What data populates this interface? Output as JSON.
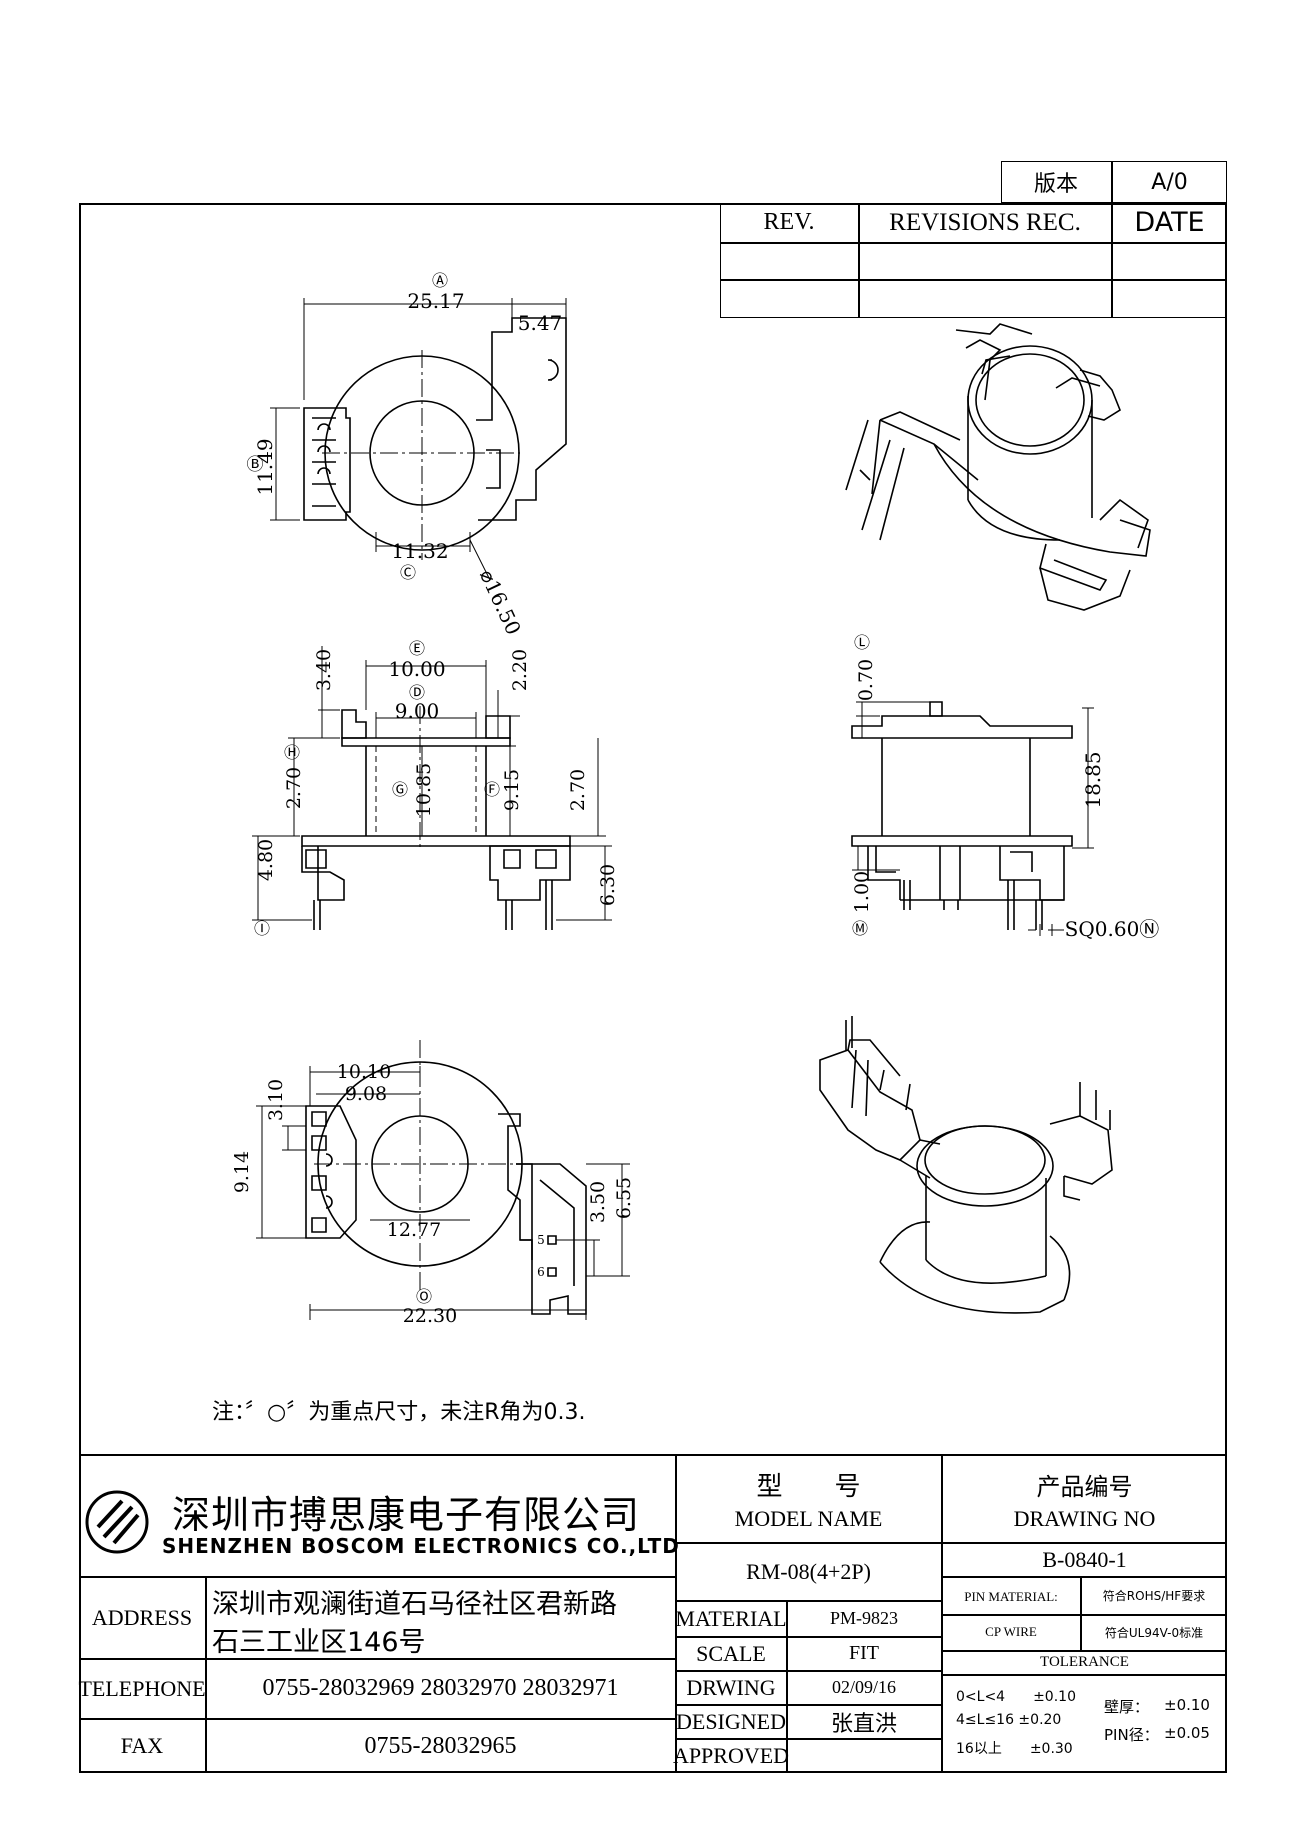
{
  "version_block": {
    "label": "版本",
    "value": "A/0"
  },
  "revision_table": {
    "headers": [
      "REV.",
      "REVISIONS REC.",
      "DATE"
    ]
  },
  "views": {
    "top": {
      "marker_a": "Ⓐ",
      "dim_25_17": "25.17",
      "dim_5_47": "5.47",
      "marker_b": "Ⓑ",
      "dim_11_49": "11.49",
      "dim_11_32": "11.32",
      "marker_c": "Ⓒ",
      "dim_dia": "⌀16.50"
    },
    "front": {
      "marker_e": "Ⓔ",
      "dim_10_00": "10.00",
      "marker_d": "Ⓓ",
      "dim_9_00": "9.00",
      "dim_3_40": "3.40",
      "dim_2_20": "2.20",
      "marker_h": "Ⓗ",
      "dim_2_70a": "2.70",
      "marker_g": "Ⓖ",
      "dim_10_85": "10.85",
      "marker_f": "Ⓕ",
      "dim_9_15": "9.15",
      "dim_2_70b": "2.70",
      "dim_4_80": "4.80",
      "dim_6_30": "6.30",
      "marker_i": "Ⓘ"
    },
    "side": {
      "marker_l": "Ⓛ",
      "dim_0_70": "0.70",
      "dim_18_85": "18.85",
      "dim_1_00": "1.00",
      "marker_m": "Ⓜ",
      "dim_sq": "SQ0.60Ⓝ"
    },
    "bottom": {
      "dim_10_10": "10.10",
      "dim_9_08": "9.08",
      "dim_3_10": "3.10",
      "dim_9_14": "9.14",
      "dim_3_50": "3.50",
      "dim_6_55": "6.55",
      "dim_12_77": "12.77",
      "dim_22_30": "22.30",
      "marker_o": "Ⓞ",
      "pin_5": "5",
      "pin_6": "6"
    }
  },
  "note": "注：〞○〞为重点尺寸，未注R角为0.3.",
  "title_block": {
    "company_cn": "深圳市搏思康电子有限公司",
    "company_en": "SHENZHEN BOSCOM ELECTRONICS CO.,LTD",
    "address_label": "ADDRESS",
    "address_line1": "深圳市观澜街道石马径社区君新路",
    "address_line2": "石三工业区146号",
    "telephone_label": "TELEPHONE",
    "telephone_value": "0755-28032969 28032970 28032971",
    "fax_label": "FAX",
    "fax_value": "0755-28032965",
    "model_label_cn": "型　　号",
    "model_label_en": "MODEL NAME",
    "model_value": "RM-08(4+2P)",
    "drawing_label_cn": "产品编号",
    "drawing_label_en": "DRAWING NO",
    "drawing_value": "B-0840-1",
    "material_label": "MATERIAL",
    "material_value": "PM-9823",
    "scale_label": "SCALE",
    "scale_value": "FIT",
    "drawing_date_label": "DRWING",
    "drawing_date_value": "02/09/16",
    "designed_label": "DESIGNED",
    "designed_value": "张直洪",
    "approved_label": "APPROVED",
    "approved_value": "",
    "pin_material_label": "PIN MATERIAL:",
    "pin_material_value": "符合ROHS/HF要求",
    "cp_wire_label": "CP WIRE",
    "cp_wire_value": "符合UL94V-0标准",
    "tolerance_label": "TOLERANCE",
    "tol_row1": "0<L<4　　±0.10",
    "tol_row2": "4≤L≤16 ±0.20",
    "tol_row3": "16以上　　±0.30",
    "wall_label": "壁厚：",
    "wall_value": "±0.10",
    "pin_dia_label": "PIN径：",
    "pin_dia_value": "±0.05"
  }
}
